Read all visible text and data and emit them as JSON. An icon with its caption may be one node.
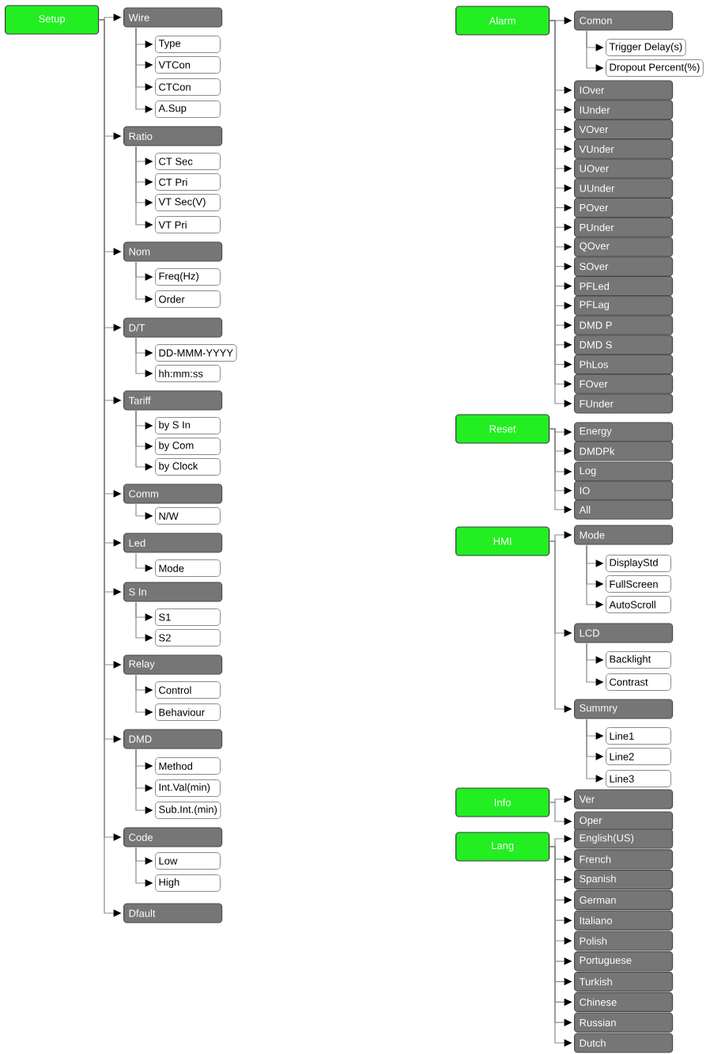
{
  "diagram": {
    "nodes": [
      {
        "text": [
          "Setup"
        ]
      },
      {
        "text": [
          "Wire"
        ]
      },
      {
        "text": [
          "Type"
        ]
      },
      {
        "text": [
          "VTCon"
        ]
      },
      {
        "text": [
          "CTCon"
        ]
      },
      {
        "text": [
          "A.Sup"
        ]
      },
      {
        "text": [
          "Ratio"
        ]
      },
      {
        "text": [
          "CT Sec"
        ]
      },
      {
        "text": [
          "CT Pri"
        ]
      },
      {
        "text": [
          "VT Sec(V)"
        ]
      },
      {
        "text": [
          "VT Pri"
        ]
      },
      {
        "text": [
          "Nom"
        ]
      },
      {
        "text": [
          "Freq(Hz)"
        ]
      },
      {
        "text": [
          "Order"
        ]
      },
      {
        "text": [
          "D/T"
        ]
      },
      {
        "text": [
          "DD-MMM-YYYY"
        ]
      },
      {
        "text": [
          "hh:mm:ss"
        ]
      },
      {
        "text": [
          "Tariff"
        ]
      },
      {
        "text": [
          "by S In"
        ]
      },
      {
        "text": [
          "by Com"
        ]
      },
      {
        "text": [
          "by Clock"
        ]
      },
      {
        "text": [
          "Comm"
        ]
      },
      {
        "text": [
          "N/W"
        ]
      },
      {
        "text": [
          "Led"
        ]
      },
      {
        "text": [
          "Mode"
        ]
      },
      {
        "text": [
          "S In"
        ]
      },
      {
        "text": [
          "S1"
        ]
      },
      {
        "text": [
          "S2"
        ]
      },
      {
        "text": [
          "Relay"
        ]
      },
      {
        "text": [
          "Control"
        ]
      },
      {
        "text": [
          "Behaviour"
        ]
      },
      {
        "text": [
          "DMD"
        ]
      },
      {
        "text": [
          "Method"
        ]
      },
      {
        "text": [
          "Int.Val(min)"
        ]
      },
      {
        "text": [
          "Sub.Int.(min)"
        ]
      },
      {
        "text": [
          "Code"
        ]
      },
      {
        "text": [
          "Low"
        ]
      },
      {
        "text": [
          "High"
        ]
      },
      {
        "text": [
          "Dfault"
        ]
      },
      {
        "text": [
          "Alarm"
        ]
      },
      {
        "text": [
          "Comon"
        ]
      },
      {
        "text": [
          "Trigger Delay(s)"
        ]
      },
      {
        "text": [
          "Dropout Percent(%)"
        ]
      },
      {
        "text": [
          "IOver"
        ]
      },
      {
        "text": [
          "IUnder"
        ]
      },
      {
        "text": [
          "VOver"
        ]
      },
      {
        "text": [
          "VUnder"
        ]
      },
      {
        "text": [
          "UOver"
        ]
      },
      {
        "text": [
          "UUnder"
        ]
      },
      {
        "text": [
          "POver"
        ]
      },
      {
        "text": [
          "PUnder"
        ]
      },
      {
        "text": [
          "QOver"
        ]
      },
      {
        "text": [
          "SOver"
        ]
      },
      {
        "text": [
          "PFLed"
        ]
      },
      {
        "text": [
          "PFLag"
        ]
      },
      {
        "text": [
          "DMD P"
        ]
      },
      {
        "text": [
          "DMD S"
        ]
      },
      {
        "text": [
          "PhLos"
        ]
      },
      {
        "text": [
          "FOver"
        ]
      },
      {
        "text": [
          "FUnder"
        ]
      },
      {
        "text": [
          "Reset"
        ]
      },
      {
        "text": [
          "Energy"
        ]
      },
      {
        "text": [
          "DMDPk"
        ]
      },
      {
        "text": [
          "Log"
        ]
      },
      {
        "text": [
          "IO"
        ]
      },
      {
        "text": [
          "All"
        ]
      },
      {
        "text": [
          "HMI"
        ]
      },
      {
        "text": [
          "Mode"
        ]
      },
      {
        "text": [
          "DisplayStd"
        ]
      },
      {
        "text": [
          "FullScreen"
        ]
      },
      {
        "text": [
          "AutoScroll"
        ]
      },
      {
        "text": [
          "LCD"
        ]
      },
      {
        "text": [
          "Backlight"
        ]
      },
      {
        "text": [
          "Contrast"
        ]
      },
      {
        "text": [
          "Summry"
        ]
      },
      {
        "text": [
          "Line1"
        ]
      },
      {
        "text": [
          "Line2"
        ]
      },
      {
        "text": [
          "Line3"
        ]
      },
      {
        "text": [
          "Info"
        ]
      },
      {
        "text": [
          "Ver"
        ]
      },
      {
        "text": [
          "Oper"
        ]
      },
      {
        "text": [
          "Lang"
        ]
      },
      {
        "text": [
          "English(US)"
        ]
      },
      {
        "text": [
          "French"
        ]
      },
      {
        "text": [
          "Spanish"
        ]
      },
      {
        "text": [
          "German"
        ]
      },
      {
        "text": [
          "Italiano"
        ]
      },
      {
        "text": [
          "Polish"
        ]
      },
      {
        "text": [
          "Portuguese"
        ]
      },
      {
        "text": [
          "Turkish"
        ]
      },
      {
        "text": [
          "Chinese"
        ]
      },
      {
        "text": [
          "Russian"
        ]
      },
      {
        "text": [
          "Dutch"
        ]
      }
    ],
    "edges": [
      {
        "from": 0,
        "to": 1,
        "arrow": "to"
      },
      {
        "from": 1,
        "to": 2,
        "arrow": "to"
      },
      {
        "from": 1,
        "to": 3,
        "arrow": "to"
      },
      {
        "from": 1,
        "to": 4,
        "arrow": "to"
      },
      {
        "from": 1,
        "to": 5,
        "arrow": "to"
      },
      {
        "from": 0,
        "to": 6,
        "arrow": "to"
      },
      {
        "from": 6,
        "to": 7,
        "arrow": "to"
      },
      {
        "from": 6,
        "to": 8,
        "arrow": "to"
      },
      {
        "from": 6,
        "to": 9,
        "arrow": "to"
      },
      {
        "from": 6,
        "to": 10,
        "arrow": "to"
      },
      {
        "from": 0,
        "to": 11,
        "arrow": "to"
      },
      {
        "from": 11,
        "to": 12,
        "arrow": "to"
      },
      {
        "from": 11,
        "to": 13,
        "arrow": "to"
      },
      {
        "from": 0,
        "to": 14,
        "arrow": "to"
      },
      {
        "from": 14,
        "to": 15,
        "arrow": "to"
      },
      {
        "from": 14,
        "to": 16,
        "arrow": "to"
      },
      {
        "from": 0,
        "to": 17,
        "arrow": "to"
      },
      {
        "from": 17,
        "to": 18,
        "arrow": "to"
      },
      {
        "from": 17,
        "to": 19,
        "arrow": "to"
      },
      {
        "from": 17,
        "to": 20,
        "arrow": "to"
      },
      {
        "from": 0,
        "to": 21,
        "arrow": "to"
      },
      {
        "from": 21,
        "to": 22,
        "arrow": "to"
      },
      {
        "from": 0,
        "to": 23,
        "arrow": "to"
      },
      {
        "from": 23,
        "to": 24,
        "arrow": "to"
      },
      {
        "from": 0,
        "to": 25,
        "arrow": "to"
      },
      {
        "from": 25,
        "to": 26,
        "arrow": "to"
      },
      {
        "from": 25,
        "to": 27,
        "arrow": "to"
      },
      {
        "from": 0,
        "to": 28,
        "arrow": "to"
      },
      {
        "from": 28,
        "to": 29,
        "arrow": "to"
      },
      {
        "from": 28,
        "to": 30,
        "arrow": "to"
      },
      {
        "from": 0,
        "to": 31,
        "arrow": "to"
      },
      {
        "from": 31,
        "to": 32,
        "arrow": "to"
      },
      {
        "from": 31,
        "to": 33,
        "arrow": "to"
      },
      {
        "from": 31,
        "to": 34,
        "arrow": "to"
      },
      {
        "from": 0,
        "to": 35,
        "arrow": "to"
      },
      {
        "from": 35,
        "to": 36,
        "arrow": "to"
      },
      {
        "from": 35,
        "to": 37,
        "arrow": "to"
      },
      {
        "from": 0,
        "to": 38,
        "arrow": "to"
      },
      {
        "from": 39,
        "to": 40,
        "arrow": "to"
      },
      {
        "from": 40,
        "to": 41,
        "arrow": "to"
      },
      {
        "from": 40,
        "to": 42,
        "arrow": "to"
      },
      {
        "from": 39,
        "to": 43,
        "arrow": "to"
      },
      {
        "from": 39,
        "to": 44,
        "arrow": "to"
      },
      {
        "from": 39,
        "to": 45,
        "arrow": "to"
      },
      {
        "from": 39,
        "to": 46,
        "arrow": "to"
      },
      {
        "from": 39,
        "to": 47,
        "arrow": "to"
      },
      {
        "from": 39,
        "to": 48,
        "arrow": "to"
      },
      {
        "from": 39,
        "to": 49,
        "arrow": "to"
      },
      {
        "from": 39,
        "to": 50,
        "arrow": "to"
      },
      {
        "from": 39,
        "to": 51,
        "arrow": "to"
      },
      {
        "from": 39,
        "to": 52,
        "arrow": "to"
      },
      {
        "from": 39,
        "to": 53,
        "arrow": "to"
      },
      {
        "from": 39,
        "to": 54,
        "arrow": "to"
      },
      {
        "from": 39,
        "to": 55,
        "arrow": "to"
      },
      {
        "from": 39,
        "to": 56,
        "arrow": "to"
      },
      {
        "from": 39,
        "to": 57,
        "arrow": "to"
      },
      {
        "from": 39,
        "to": 58,
        "arrow": "to"
      },
      {
        "from": 39,
        "to": 59,
        "arrow": "to"
      },
      {
        "from": 60,
        "to": 61,
        "arrow": "to"
      },
      {
        "from": 60,
        "to": 62,
        "arrow": "to"
      },
      {
        "from": 60,
        "to": 63,
        "arrow": "to"
      },
      {
        "from": 60,
        "to": 64,
        "arrow": "to"
      },
      {
        "from": 60,
        "to": 65,
        "arrow": "to"
      },
      {
        "from": 66,
        "to": 67,
        "arrow": "to"
      },
      {
        "from": 67,
        "to": 68,
        "arrow": "to"
      },
      {
        "from": 67,
        "to": 69,
        "arrow": "to"
      },
      {
        "from": 67,
        "to": 70,
        "arrow": "to"
      },
      {
        "from": 66,
        "to": 71,
        "arrow": "to"
      },
      {
        "from": 71,
        "to": 72,
        "arrow": "to"
      },
      {
        "from": 71,
        "to": 73,
        "arrow": "to"
      },
      {
        "from": 66,
        "to": 74,
        "arrow": "to"
      },
      {
        "from": 74,
        "to": 75,
        "arrow": "to"
      },
      {
        "from": 74,
        "to": 76,
        "arrow": "to"
      },
      {
        "from": 74,
        "to": 77,
        "arrow": "to"
      },
      {
        "from": 78,
        "to": 79,
        "arrow": "to"
      },
      {
        "from": 78,
        "to": 80,
        "arrow": "to"
      },
      {
        "from": 81,
        "to": 82,
        "arrow": "to"
      },
      {
        "from": 81,
        "to": 83,
        "arrow": "to"
      },
      {
        "from": 81,
        "to": 84,
        "arrow": "to"
      },
      {
        "from": 81,
        "to": 85,
        "arrow": "to"
      },
      {
        "from": 81,
        "to": 86,
        "arrow": "to"
      },
      {
        "from": 81,
        "to": 87,
        "arrow": "to"
      },
      {
        "from": 81,
        "to": 88,
        "arrow": "to"
      },
      {
        "from": 81,
        "to": 89,
        "arrow": "to"
      },
      {
        "from": 81,
        "to": 90,
        "arrow": "to"
      },
      {
        "from": 81,
        "to": 91,
        "arrow": "to"
      },
      {
        "from": 81,
        "to": 92,
        "arrow": "to"
      }
    ]
  }
}
